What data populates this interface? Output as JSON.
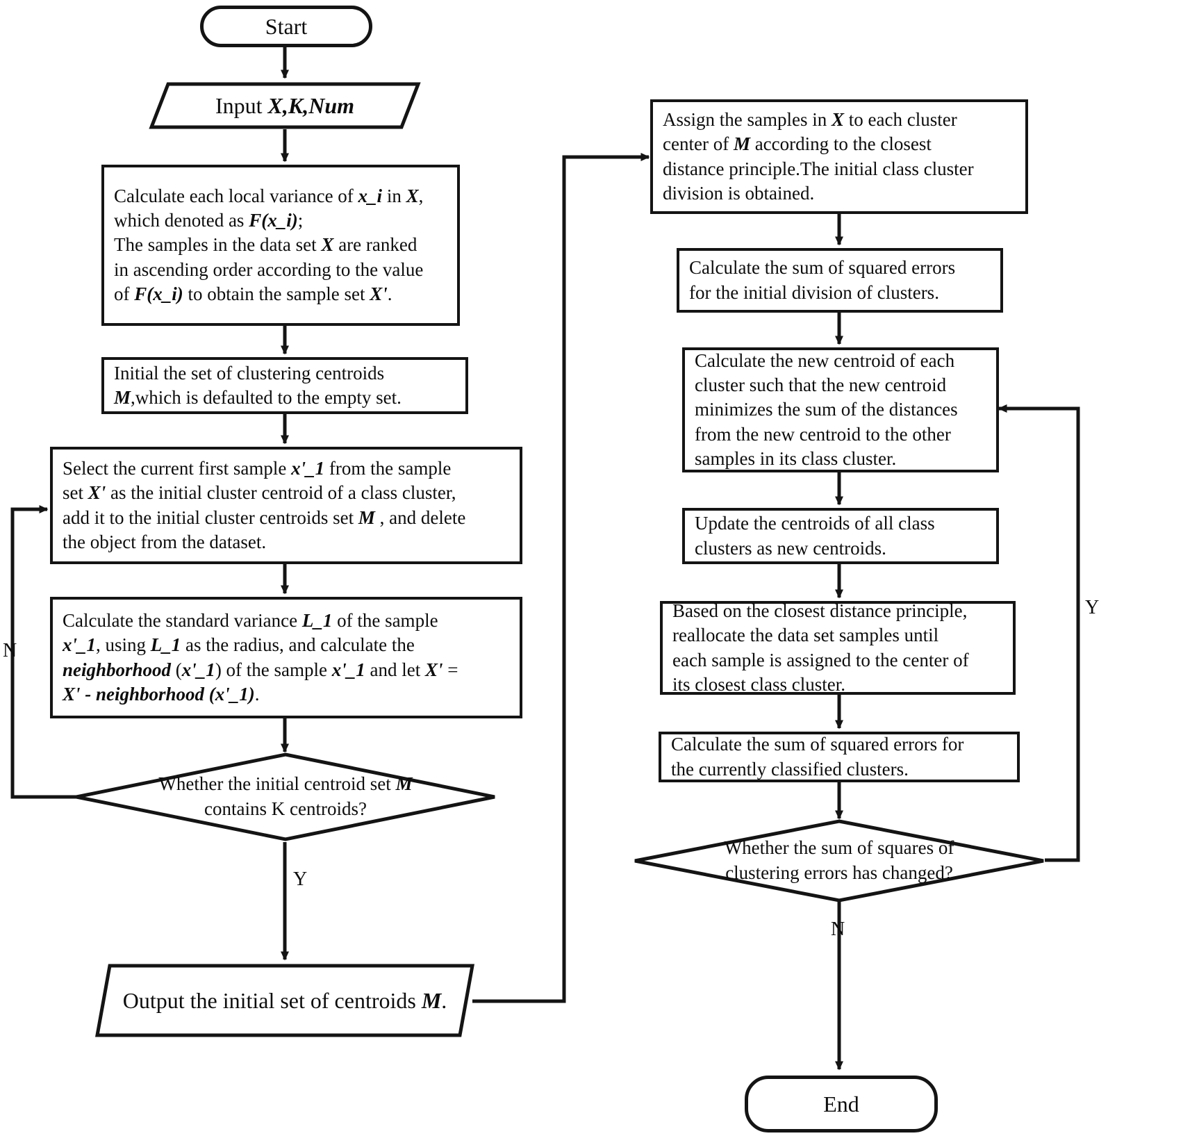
{
  "diagram": {
    "title": "Clustering algorithm flowchart",
    "type": "flowchart",
    "stroke_color": "#141414",
    "background_color": "#ffffff",
    "text_color": "#0d0d0d"
  },
  "nodes": {
    "start": {
      "label": "Start",
      "shape": "terminal"
    },
    "input": {
      "label": "Input X,K,Num",
      "shape": "parallelogram"
    },
    "calc_variance": {
      "shape": "process",
      "lines": [
        "Calculate each local variance of x_i in X,",
        "which denoted as F(x_i);",
        "The samples in the data set X are ranked",
        "in ascending order according to the value",
        "of F(x_i) to obtain the sample set X'."
      ]
    },
    "init_centroids": {
      "shape": "process",
      "lines": [
        "Initial the set of clustering centroids",
        "M,which is defaulted to the empty set."
      ]
    },
    "select_sample": {
      "shape": "process",
      "lines": [
        "Select the current first sample x'_1 from the sample",
        "set X' as the initial cluster centroid of a class cluster,",
        "add it to the initial cluster centroids set M , and delete",
        "the object from the dataset."
      ]
    },
    "calc_std_variance": {
      "shape": "process",
      "lines": [
        "Calculate the standard variance L_1 of the sample",
        "x'_1, using L_1 as the radius, and calculate the",
        "neighborhood (x'_1) of the sample x'_1 and let X' =",
        "X' - neighborhood (x'_1)."
      ]
    },
    "decision_k": {
      "shape": "decision",
      "lines": [
        "Whether the initial centroid set M",
        "contains K centroids?"
      ]
    },
    "output_centroids": {
      "label": "Output the initial set of centroids M.",
      "shape": "parallelogram"
    },
    "assign_samples": {
      "shape": "process",
      "lines": [
        "Assign the samples in X to each cluster",
        "center of M according to the closest",
        "distance principle.The initial class cluster",
        "division is obtained."
      ]
    },
    "sse_initial": {
      "shape": "process",
      "lines": [
        "Calculate the sum of squared errors",
        "for the initial division of clusters."
      ]
    },
    "new_centroid": {
      "shape": "process",
      "lines": [
        "Calculate the new centroid of each",
        "cluster such that the new centroid",
        "minimizes the sum of the distances",
        "from the new centroid to the other",
        "samples in its class cluster."
      ]
    },
    "update_centroids": {
      "shape": "process",
      "lines": [
        "Update the centroids of all class",
        "clusters as new centroids."
      ]
    },
    "reallocate": {
      "shape": "process",
      "lines": [
        "Based on the closest distance principle,",
        "reallocate the data set samples until",
        "each sample is assigned to the center of",
        "its closest class cluster."
      ]
    },
    "sse_current": {
      "shape": "process",
      "lines": [
        "Calculate the sum of squared errors for",
        "the currently classified clusters."
      ]
    },
    "decision_sse": {
      "shape": "decision",
      "lines": [
        "Whether the sum of squares of",
        "clustering errors has changed?"
      ]
    },
    "end": {
      "label": "End",
      "shape": "terminal"
    }
  },
  "edge_labels": {
    "decision_k_no": "N",
    "decision_k_yes": "Y",
    "decision_sse_no": "N",
    "decision_sse_yes": "Y"
  }
}
